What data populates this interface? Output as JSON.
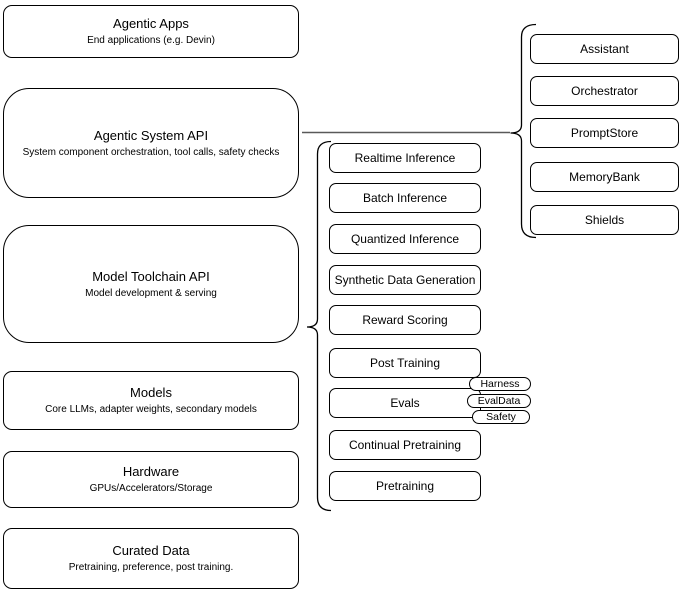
{
  "left_stack": [
    {
      "title": "Agentic Apps",
      "subtitle": "End applications (e.g. Devin)"
    },
    {
      "title": "Agentic System API",
      "subtitle": "System component orchestration, tool calls, safety checks"
    },
    {
      "title": "Model Toolchain API",
      "subtitle": "Model development & serving"
    },
    {
      "title": "Models",
      "subtitle": "Core LLMs, adapter weights, secondary models"
    },
    {
      "title": "Hardware",
      "subtitle": "GPUs/Accelerators/Storage"
    },
    {
      "title": "Curated Data",
      "subtitle": "Pretraining, preference, post training."
    }
  ],
  "toolchain_items": [
    "Realtime Inference",
    "Batch Inference",
    "Quantized Inference",
    "Synthetic Data Generation",
    "Reward Scoring",
    "Post Training",
    "Evals",
    "Continual Pretraining",
    "Pretraining"
  ],
  "eval_tags": [
    "Harness",
    "EvalData",
    "Safety"
  ],
  "system_components": [
    "Assistant",
    "Orchestrator",
    "PromptStore",
    "MemoryBank",
    "Shields"
  ],
  "colors": {
    "node_stroke": "#000000",
    "node_fill": "#ffffff",
    "text": "#000000",
    "connector": "#595959"
  }
}
